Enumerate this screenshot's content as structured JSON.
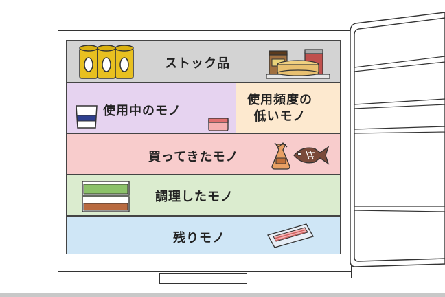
{
  "shelves": {
    "stock": "ストック品",
    "in_use": "使用中のモノ",
    "low_frequency": "使用頻度の\n低いモノ",
    "bought": "買ってきたモノ",
    "cooked": "調理したモノ",
    "leftovers": "残りモノ"
  },
  "colors": {
    "stock": "#d3d3d3",
    "in_use": "#e6d3f0",
    "low_frequency": "#fde9cf",
    "bought": "#f8cccc",
    "cooked": "#dbeccf",
    "leftovers": "#cfe6f6"
  }
}
